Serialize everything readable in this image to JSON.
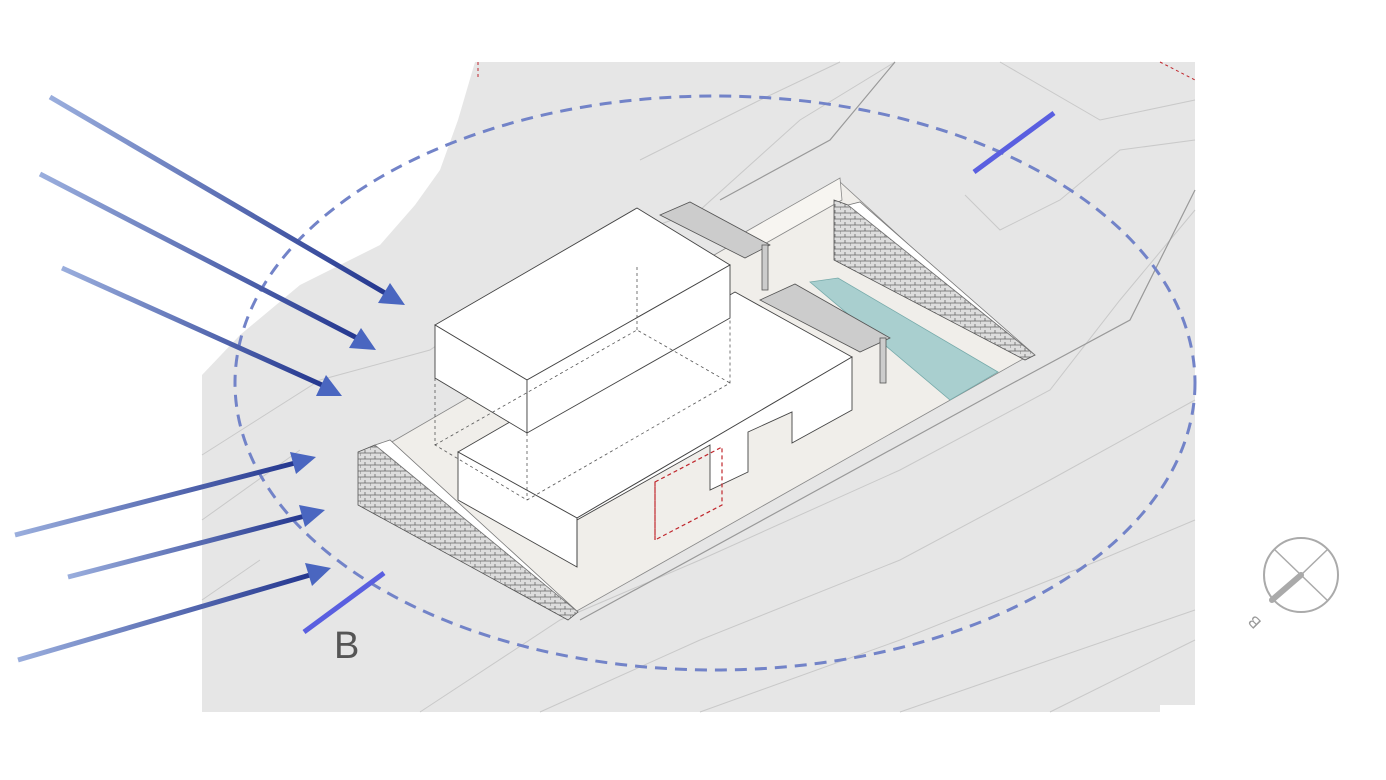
{
  "section_label": "B",
  "compass_label": "B",
  "colors": {
    "terrain": "#e6e6e6",
    "ellipse": "#7283c8",
    "arrow_dark": "#24378f",
    "arrow_light": "#9aaedd",
    "section_line": "#5a5fe0",
    "pool": "#a9cfcf",
    "platform": "#f0eeea",
    "red_dash": "#c0272d"
  },
  "wind_arrows_count": 6
}
